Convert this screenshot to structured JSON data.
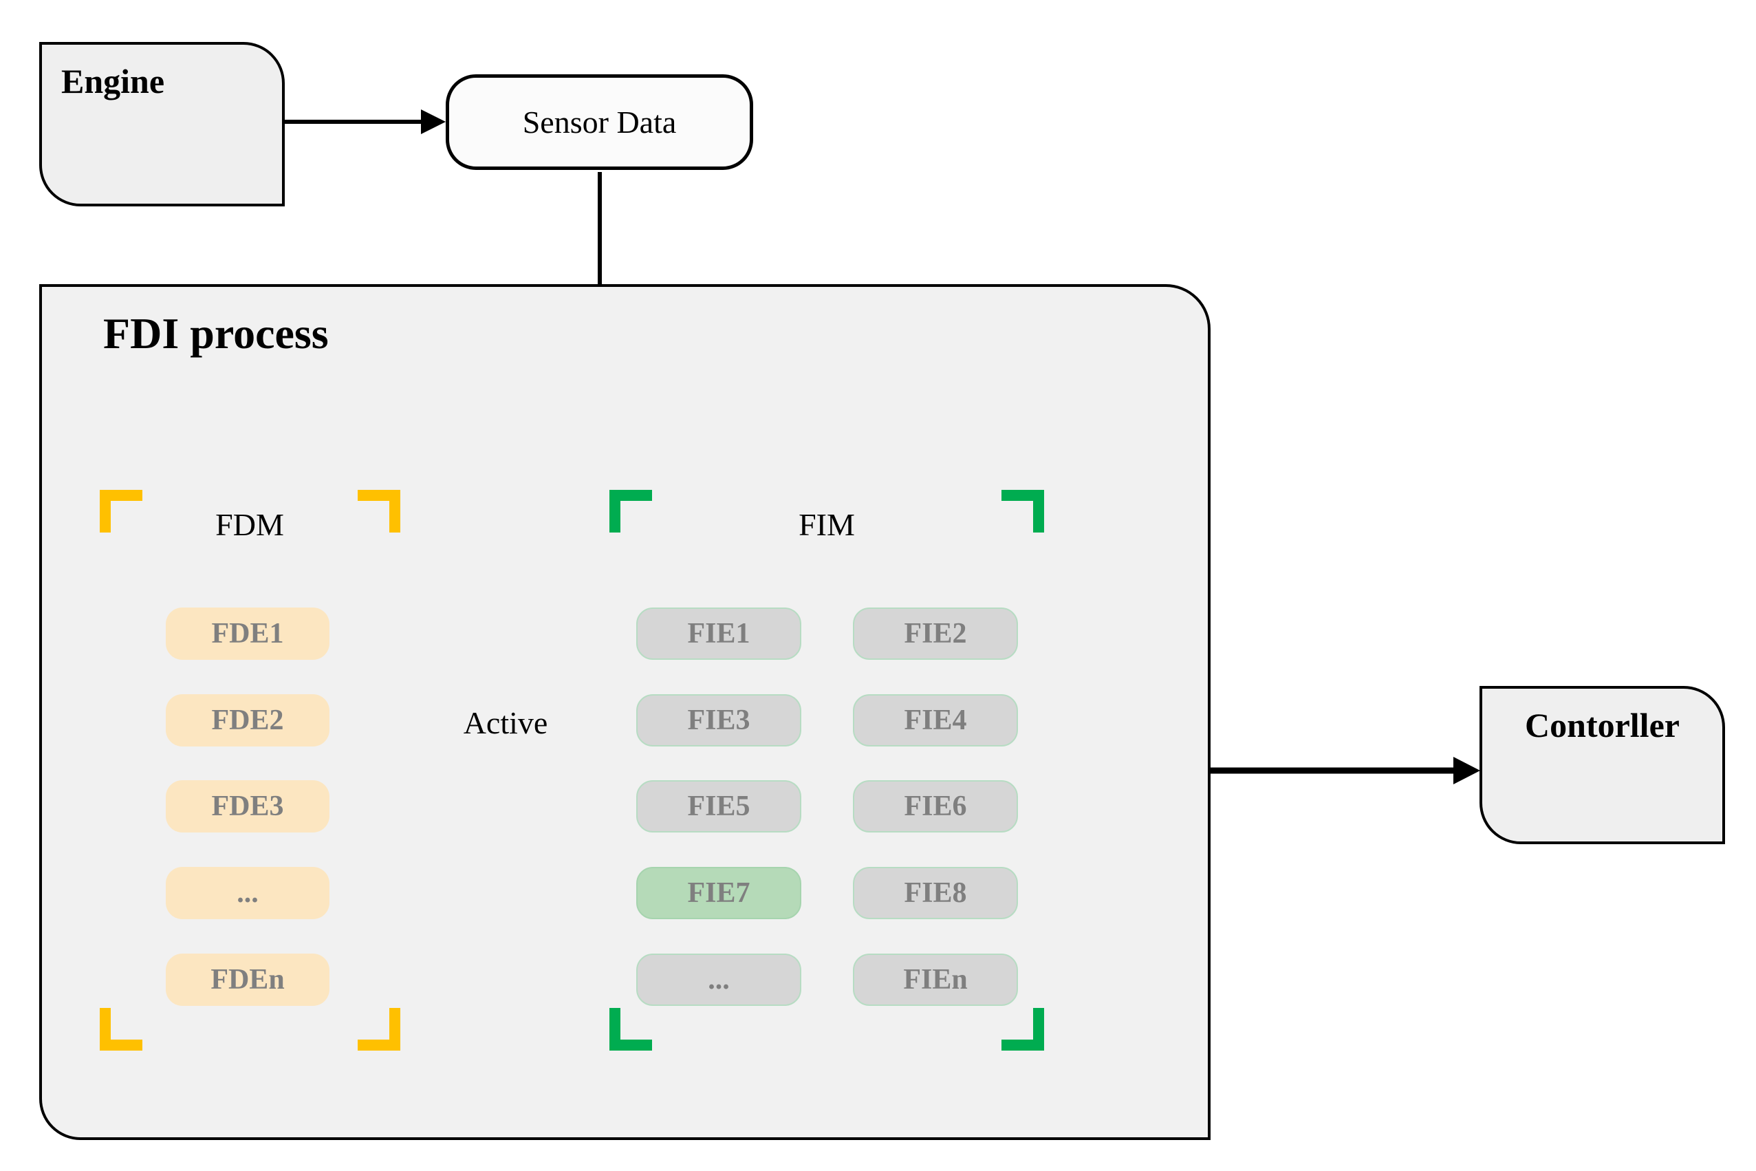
{
  "diagram": {
    "engine": {
      "label": "Engine"
    },
    "sensor": {
      "label": "Sensor Data"
    },
    "fdi": {
      "title": "FDI process"
    },
    "fdm": {
      "label": "FDM",
      "items": [
        "FDE1",
        "FDE2",
        "FDE3",
        "...",
        "FDEn"
      ]
    },
    "fim": {
      "label": "FIM",
      "items": [
        "FIE1",
        "FIE2",
        "FIE3",
        "FIE4",
        "FIE5",
        "FIE6",
        "FIE7",
        "FIE8",
        "...",
        "FIEn"
      ],
      "active_item": "FIE7"
    },
    "active": {
      "label": "Active"
    },
    "controller": {
      "label": "Contorller"
    },
    "colors": {
      "bracket_yellow": "#FFC000",
      "bracket_green": "#00AC50",
      "fde_fill": "#FCE6C1",
      "fie_fill": "#D6D6D6",
      "fie_active_fill": "#B5DAB8",
      "panel_fill": "#F1F1F1",
      "node_fill": "#EFEFEF",
      "muted_text": "#7F7F7F",
      "line": "#000000"
    }
  }
}
